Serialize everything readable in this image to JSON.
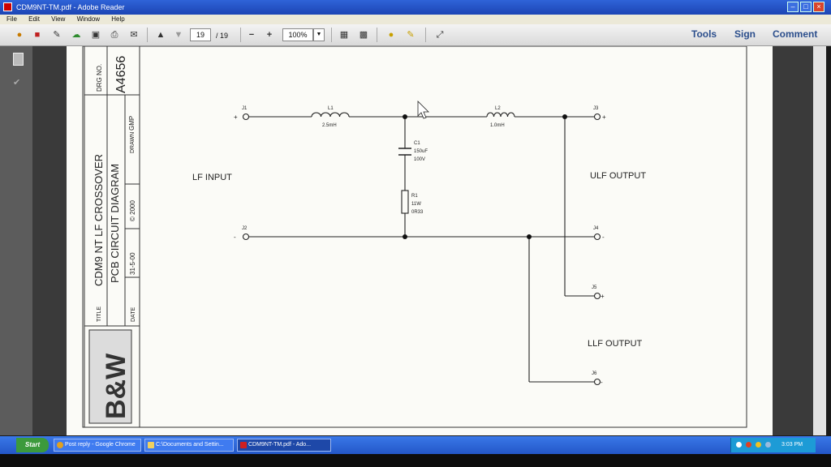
{
  "window": {
    "title": "CDM9NT-TM.pdf - Adobe Reader"
  },
  "menu": [
    "File",
    "Edit",
    "View",
    "Window",
    "Help"
  ],
  "toolbar": {
    "page_current": "19",
    "page_total": "/ 19",
    "zoom": "100%",
    "tools_label": "Tools",
    "sign_label": "Sign",
    "comment_label": "Comment"
  },
  "drawing": {
    "drg_no_label": "DRG NO.",
    "drg_no": "A4656",
    "title_label": "TITLE",
    "title_line1": "CDM9 NT LF CROSSOVER",
    "title_line2": "PCB CIRCUIT DIAGRAM",
    "drawn_label": "DRAWN",
    "drawn_by": "GMP",
    "copyright": "© 2000",
    "date_label": "DATE",
    "date": "31-5-00",
    "logo": "B&W"
  },
  "schematic": {
    "lf_input": "LF INPUT",
    "ulf_output": "ULF OUTPUT",
    "llf_output": "LLF OUTPUT",
    "j1": "J1",
    "j2": "J2",
    "j3": "J3",
    "j4": "J4",
    "j5": "J5",
    "j6": "J6",
    "plus": "+",
    "minus": "-",
    "l1_ref": "L1",
    "l1_val": "2.5mH",
    "l2_ref": "L2",
    "l2_val": "1.0mH",
    "c1_ref": "C1",
    "c1_val1": "150uF",
    "c1_val2": "100V",
    "r1_ref": "R1",
    "r1_val1": "11W",
    "r1_val2": "0R33"
  },
  "taskbar": {
    "start": "Start",
    "items": [
      "Post reply - Google Chrome",
      "C:\\Documents and Settin...",
      "CDM9NT-TM.pdf - Ado..."
    ],
    "clock": "3:03 PM"
  }
}
